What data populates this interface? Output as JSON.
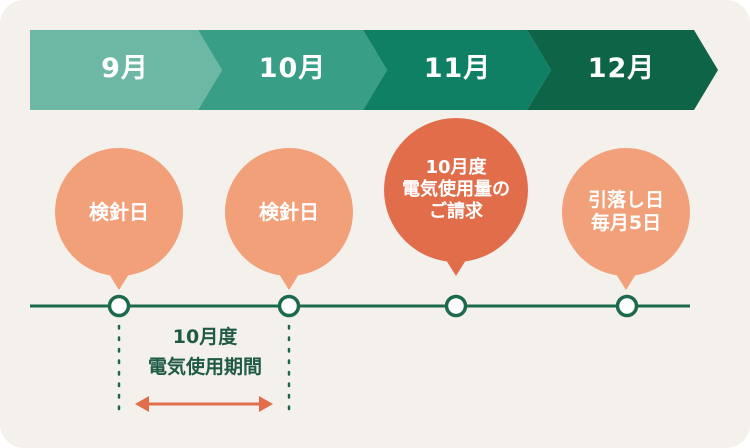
{
  "colors": {
    "background": "#f4f0ec",
    "month_fills": [
      "#6db8a4",
      "#389e86",
      "#0f8064",
      "#0d6446"
    ],
    "bubble_light": "#f2a07a",
    "bubble_dark": "#e16d4b",
    "timeline_line": "#1b6a4c",
    "period_arrow": "#e16d4b",
    "period_text": "#1f5a45"
  },
  "months": [
    {
      "label": "9月"
    },
    {
      "label": "10月"
    },
    {
      "label": "11月"
    },
    {
      "label": "12月"
    }
  ],
  "bubbles": [
    {
      "text": "検針日",
      "style": "light"
    },
    {
      "text": "検針日",
      "style": "light"
    },
    {
      "text": "10月度\n電気使用量の\nご請求",
      "style": "dark"
    },
    {
      "text": "引落し日\n毎月5日",
      "style": "light"
    }
  ],
  "period": {
    "line1": "10月度",
    "line2": "電気使用期間"
  }
}
